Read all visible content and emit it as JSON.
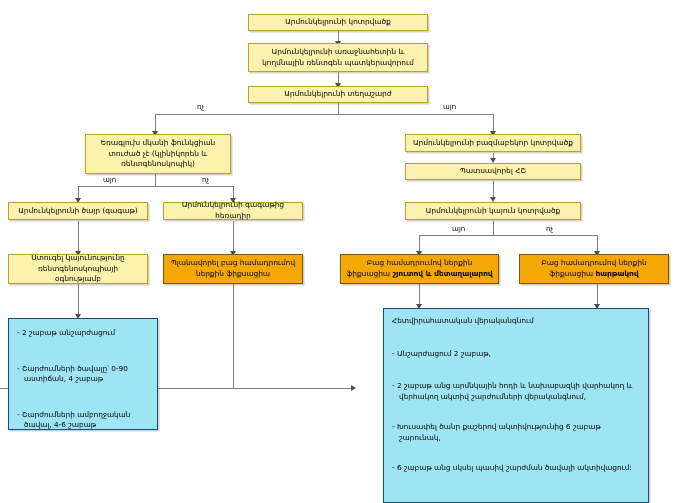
{
  "diagram": {
    "title": "Արմունկելրունի կոտրվածք",
    "nodes": {
      "n1": {
        "text": "Արմունկելրունի կոտրվածք",
        "color": "#fbf2ad"
      },
      "n2_line1": "Արմունկելրունի առաջնահետին և",
      "n2_line2": "կողմնային ռենտգեն պատկերավորում",
      "n3": "Արմունկելրունի տեղաշարժ",
      "n4_line1": "Եռագլուխ մկանի ֆունկցիան",
      "n4_line2": "տուժած չէ (կլինիկորեն և",
      "n4_line3": "ռենտգենոսկոպիկ)",
      "n5": "Արմունկելրունի բազմաբեկոր կոտրվածք",
      "n6": "Պատսավորել ՀՇ",
      "n7": "Արմունկելրունի ծայր (գագաթ)",
      "n8": "Արմունկելրունի գագաթից հեռադիր",
      "n9": "Արմունկելրունի կայուն կոտրվածք",
      "n10_line1": "Ստուգել կայունությունը",
      "n10_line2": "ռենտգենոսկոպիայի օգնությամբ",
      "n11_line1": "Պլանավորել բաց համադրումով",
      "n11_line2": "ներքին ֆիքսացիա",
      "n12_line1": "Բաց համադրումով ներքին",
      "n12_line2_plain": "ֆիքսացիա ",
      "n12_line2_bold": "շյուտով և մետաղալարով",
      "n13_line1": "Բաց համադրումով ներքին",
      "n13_line2_plain": "ֆիքսացիա ",
      "n13_line2_bold": "հարթակով"
    },
    "outcomes": {
      "left": {
        "bullets": [
          "- 2 շաբաթ անշարժացում",
          "- Շարժումների ծավալը՝ 0-90 աստիճան, 4 շաբաթ",
          "- Շարժումների ամբողջական ծավալ, 4-6 շաբաթ"
        ]
      },
      "right": {
        "heading": "Հետվիրահատական վերականգնում",
        "bullets": [
          "- Անշարժացում 2 շաբաթ,",
          "- 2 շաբաթ անց արմնկային հոդի և նախաբազկի վարհակող և վերհակող ակտիվ շարժումների վերականգնում,",
          "- Խուսափել ծանր քաշերով ակտիվությունից 6 շաբաթ շարունակ,",
          "- 6 շաբաթ անց սկսել պասիվ շարժման ծավալի ակտիվացում:"
        ]
      }
    },
    "branch_labels": {
      "b1_no": "ոչ",
      "b1_yes": "այո",
      "b2_yes": "այո",
      "b2_no": "ոչ",
      "b3_yes": "այո",
      "b3_no": "ոչ"
    },
    "colors": {
      "yellow_fill": "#fbf2ad",
      "yellow_border": "#b8a22a",
      "orange_fill": "#f5a706",
      "orange_border": "#7a5a06",
      "cyan_fill": "#9fe4f5",
      "cyan_border": "#1b4d73",
      "connector": "#7f7f7f"
    }
  }
}
